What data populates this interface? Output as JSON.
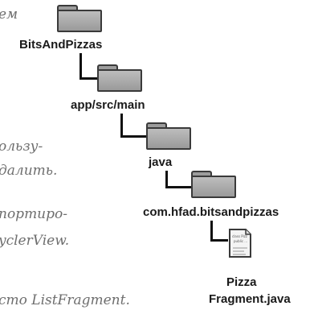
{
  "notes": {
    "n1": "ем",
    "n2": "ользу-",
    "n3": "далить.",
    "n4": "портиро-",
    "n5": "yclerView.",
    "n6": "сто ListFragment."
  },
  "tree": {
    "root": "BitsAndPizzas",
    "level1": "app/src/main",
    "level2": "java",
    "level3": "com.hfad.bitsandpizzas",
    "file_line1": "Pizza",
    "file_line2": "Fragment.java",
    "file_preview_line1": "class Pizz",
    "file_preview_line2": "public ..."
  }
}
